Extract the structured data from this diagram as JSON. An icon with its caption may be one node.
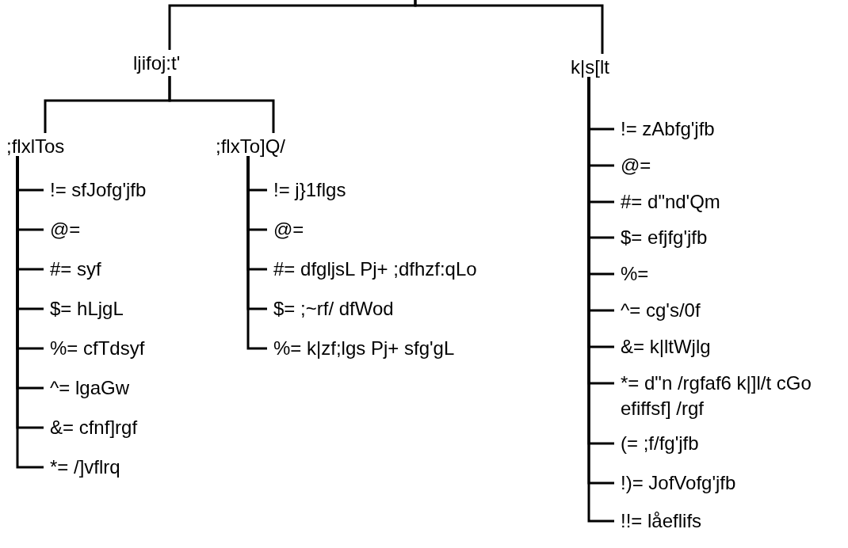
{
  "diagram": {
    "nodes": [
      {
        "text": [
          "ljifoj:t'"
        ]
      },
      {
        "text": [
          ";flxlTos"
        ]
      },
      {
        "text": [
          "!= sfJofg'jfb"
        ]
      },
      {
        "text": [
          "@="
        ]
      },
      {
        "text": [
          "#= syf"
        ]
      },
      {
        "text": [
          "$= hLjgL"
        ]
      },
      {
        "text": [
          "%= cfTdsyf"
        ]
      },
      {
        "text": [
          "^= lgaGw"
        ]
      },
      {
        "text": [
          "&= cfnf]rgf"
        ]
      },
      {
        "text": [
          "*= /]vflrq"
        ]
      },
      {
        "text": [
          ";flxTo]Q/"
        ]
      },
      {
        "text": [
          "!= j}1flgs"
        ]
      },
      {
        "text": [
          "@="
        ]
      },
      {
        "text": [
          "#= dfgljsL Pj+ ;dfhzf:qLo"
        ]
      },
      {
        "text": [
          "$= ;~rf/ dfWod"
        ]
      },
      {
        "text": [
          "%= k|zf;lgs Pj+ sfg'gL"
        ]
      },
      {
        "text": [
          "k|s[lt"
        ]
      },
      {
        "text": [
          "!= zAbfg'jfb"
        ]
      },
      {
        "text": [
          "@="
        ]
      },
      {
        "text": [
          "#= d\"nd'Qm"
        ]
      },
      {
        "text": [
          "$= efjfg'jfb"
        ]
      },
      {
        "text": [
          "%="
        ]
      },
      {
        "text": [
          "^= cg's/0f"
        ]
      },
      {
        "text": [
          "&= k|ltWjlg"
        ]
      },
      {
        "text": [
          "*= d\"n /rgfaf6 k|]l/t cGo efiffsf] /rgf"
        ]
      },
      {
        "text": [
          "(= ;f/fg'jfb"
        ]
      },
      {
        "text": [
          "!)= JofVofg'jfb"
        ]
      },
      {
        "text": [
          "!!= låeflifs"
        ]
      }
    ],
    "edges": [
      {
        "from": null,
        "to": 0,
        "arrow": "none"
      },
      {
        "from": null,
        "to": 16,
        "arrow": "none"
      },
      {
        "from": 0,
        "to": 1,
        "arrow": "none"
      },
      {
        "from": 0,
        "to": 10,
        "arrow": "none"
      },
      {
        "from": 1,
        "to": 2,
        "arrow": "none"
      },
      {
        "from": 1,
        "to": 3,
        "arrow": "none"
      },
      {
        "from": 1,
        "to": 4,
        "arrow": "none"
      },
      {
        "from": 1,
        "to": 5,
        "arrow": "none"
      },
      {
        "from": 1,
        "to": 6,
        "arrow": "none"
      },
      {
        "from": 1,
        "to": 7,
        "arrow": "none"
      },
      {
        "from": 1,
        "to": 8,
        "arrow": "none"
      },
      {
        "from": 1,
        "to": 9,
        "arrow": "none"
      },
      {
        "from": 10,
        "to": 11,
        "arrow": "none"
      },
      {
        "from": 10,
        "to": 12,
        "arrow": "none"
      },
      {
        "from": 10,
        "to": 13,
        "arrow": "none"
      },
      {
        "from": 10,
        "to": 14,
        "arrow": "none"
      },
      {
        "from": 10,
        "to": 15,
        "arrow": "none"
      },
      {
        "from": 16,
        "to": 17,
        "arrow": "none"
      },
      {
        "from": 16,
        "to": 18,
        "arrow": "none"
      },
      {
        "from": 16,
        "to": 19,
        "arrow": "none"
      },
      {
        "from": 16,
        "to": 20,
        "arrow": "none"
      },
      {
        "from": 16,
        "to": 21,
        "arrow": "none"
      },
      {
        "from": 16,
        "to": 22,
        "arrow": "none"
      },
      {
        "from": 16,
        "to": 23,
        "arrow": "none"
      },
      {
        "from": 16,
        "to": 24,
        "arrow": "none"
      },
      {
        "from": 16,
        "to": 25,
        "arrow": "none"
      },
      {
        "from": 16,
        "to": 26,
        "arrow": "none"
      },
      {
        "from": 16,
        "to": 27,
        "arrow": "none"
      }
    ]
  }
}
